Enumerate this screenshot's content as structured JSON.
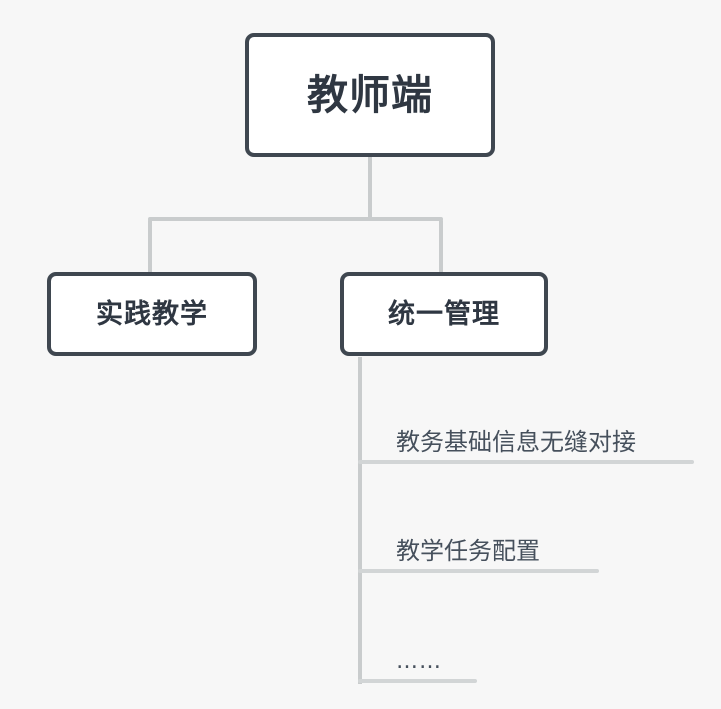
{
  "diagram": {
    "type": "org-tree",
    "background_color": "#f7f7f7",
    "node_border_color": "#3f4750",
    "node_fill_color": "#ffffff",
    "connector_color": "#c9cccd",
    "rule_color": "#d2d5d6",
    "text_color": "#2f3742",
    "leaf_text_color": "#46505c",
    "root": {
      "label": "教师端"
    },
    "children": [
      {
        "label": "实践教学"
      },
      {
        "label": "统一管理",
        "leaves": [
          {
            "label": "教务基础信息无缝对接"
          },
          {
            "label": "教学任务配置"
          },
          {
            "label": "……"
          }
        ]
      }
    ]
  }
}
